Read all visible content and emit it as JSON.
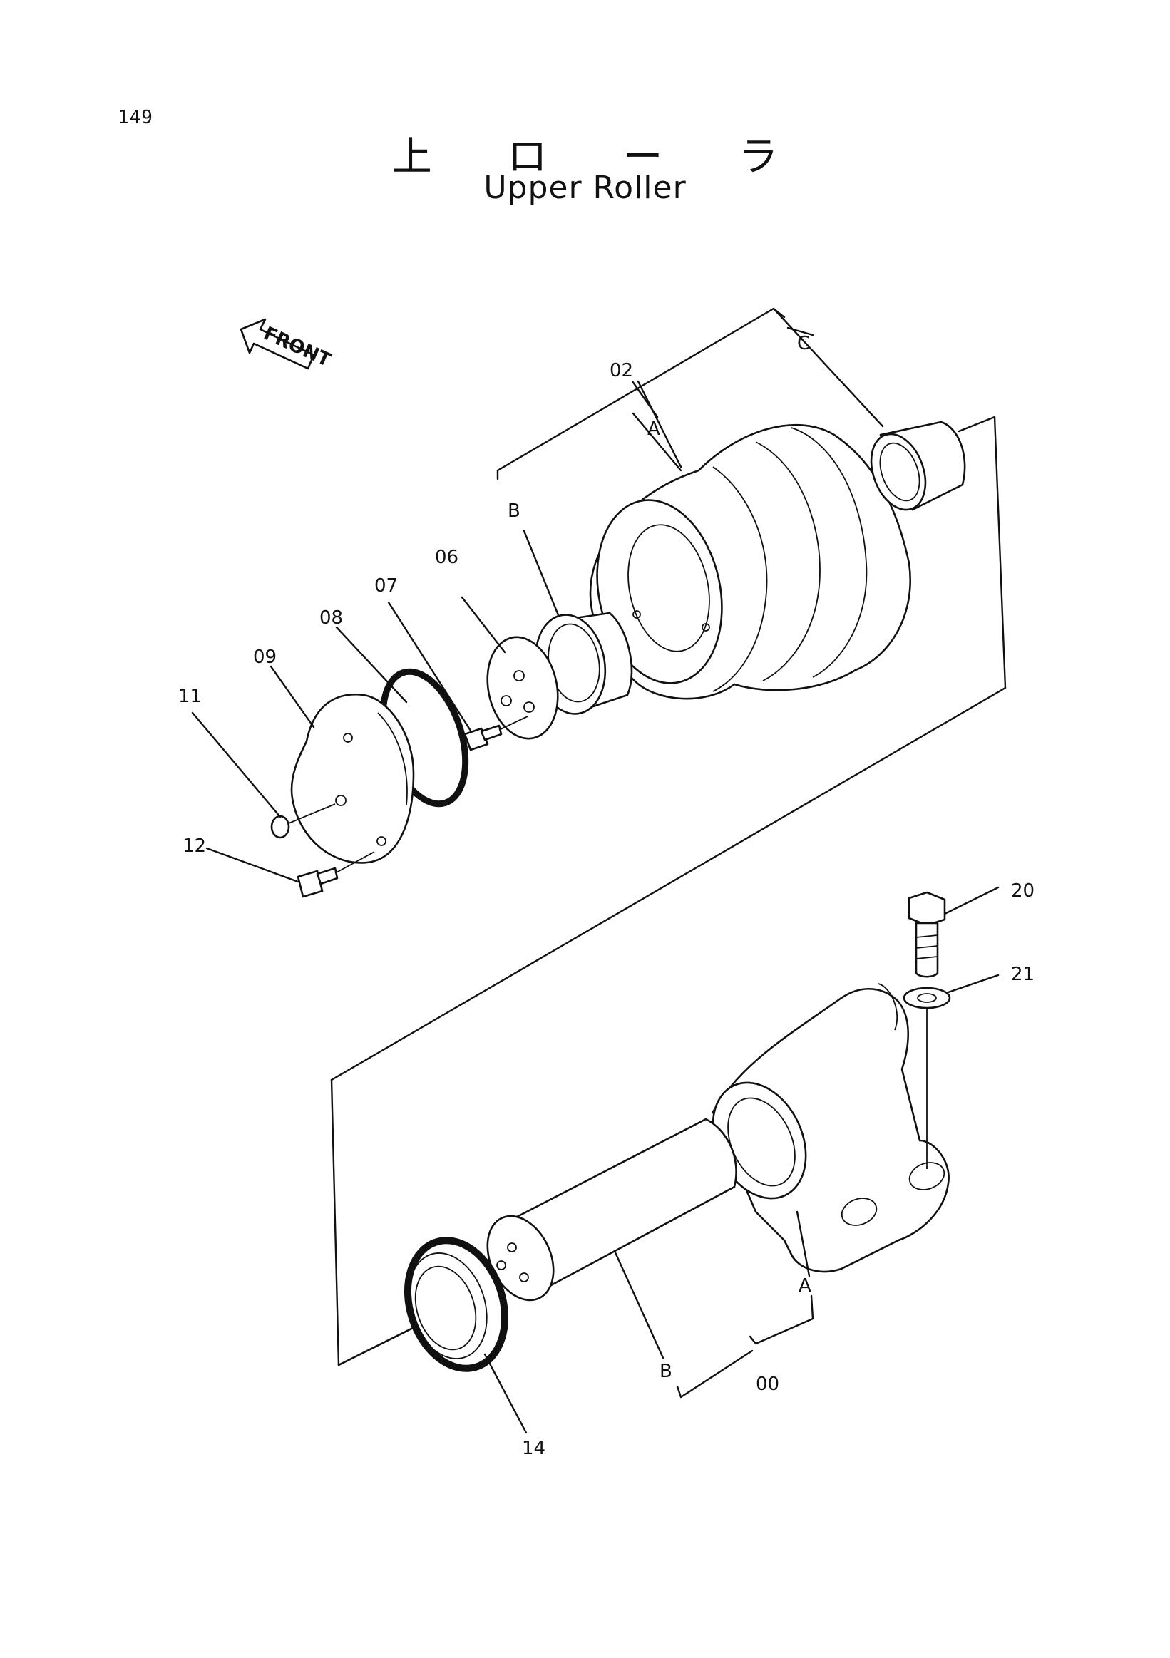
{
  "page_number": "149",
  "title_jp": "上 ロ ー ラ",
  "title_en": "Upper Roller",
  "front_indicator": "FRONT",
  "part_labels": {
    "p00": "00",
    "p02": "02",
    "p06": "06",
    "p07": "07",
    "p08": "08",
    "p09": "09",
    "p11": "11",
    "p12": "12",
    "p14": "14",
    "p20": "20",
    "p21": "21"
  },
  "group_labels": {
    "a_upper": "A",
    "b_upper": "B",
    "c_upper": "C",
    "a_lower": "A",
    "b_lower": "B"
  }
}
